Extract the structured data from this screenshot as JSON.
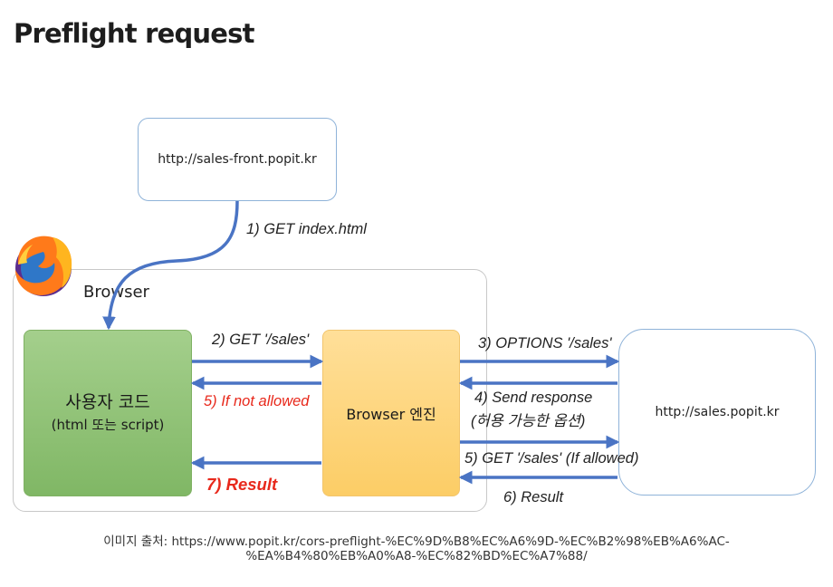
{
  "title": "Preflight request",
  "nodes": {
    "front_server": "http://sales-front.popit.kr",
    "browser": "Browser",
    "user_code_line1": "사용자 코드",
    "user_code_line2": "(html 또는 script)",
    "engine": "Browser 엔진",
    "api_server": "http://sales.popit.kr"
  },
  "edges": {
    "e1": "1) GET index.html",
    "e2": "2) GET '/sales'",
    "e3": "3) OPTIONS '/sales'",
    "e4_line1": "4) Send response",
    "e4_line2": "(허용 가능한 옵션)",
    "e5_not_allowed": "5) If not allowed",
    "e5_allowed": "5) GET '/sales' (If allowed)",
    "e6": "6) Result",
    "e7": "7) Result"
  },
  "colors": {
    "arrow": "#4a74c4",
    "user_code": "#93c47d",
    "engine": "#ffd580",
    "server_border": "#8fb3d9",
    "error_text": "#e8291c"
  },
  "icons": {
    "browser_logo": "firefox-icon"
  },
  "caption": {
    "line1": "이미지 출처: https://www.popit.kr/cors-preflight-%EC%9D%B8%EC%A6%9D-%EC%B2%98%EB%A6%AC-",
    "line2": "%EA%B4%80%EB%A0%A8-%EC%82%BD%EC%A7%88/"
  }
}
